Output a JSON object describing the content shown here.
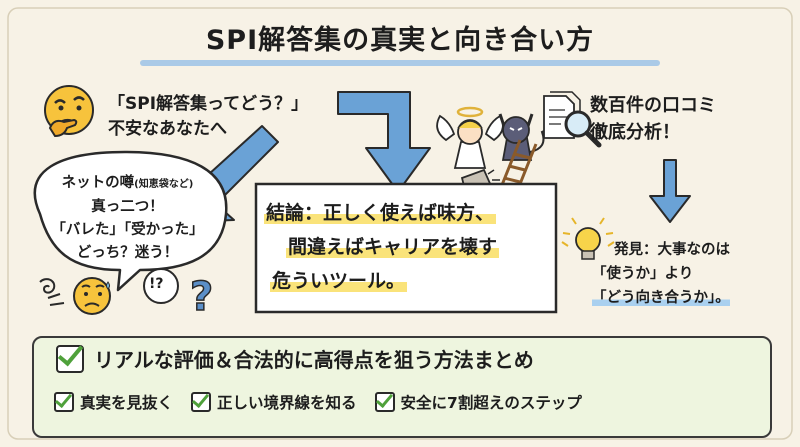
{
  "title": "SPI解答集の真実と向き合い方",
  "question": {
    "line1": "「SPI解答集ってどう？」",
    "line2": "不安なあなたへ"
  },
  "rumor": {
    "line1_main": "ネットの噂",
    "line1_small": "(知恵袋など)",
    "line2": "真っ二つ！",
    "line3": "「バレた」「受かった」",
    "line4": "どっち？迷う！"
  },
  "reviews": {
    "line1": "数百件の口コミ",
    "line2": "徹底分析！"
  },
  "conclusion": {
    "line1": "結論：正しく使えば味方、",
    "line2": "間違えばキャリアを壊す",
    "line3": "危ういツール。"
  },
  "discovery": {
    "line1": "発見：大事なのは",
    "line2": "「使うか」より",
    "line3": "「どう向き合うか」。"
  },
  "puzzle_mark": "!?",
  "bottom": {
    "title": "リアルな評価＆合法的に高得点を狙う方法まとめ",
    "items": [
      "真実を見抜く",
      "正しい境界線を知る",
      "安全に7割超えのステップ"
    ]
  },
  "colors": {
    "background": "#f7f2e6",
    "arrow": "#6aa2d6",
    "highlight_yellow": "#fae37a",
    "highlight_blue": "#a9d0ef",
    "check_green": "#4fa13b"
  }
}
